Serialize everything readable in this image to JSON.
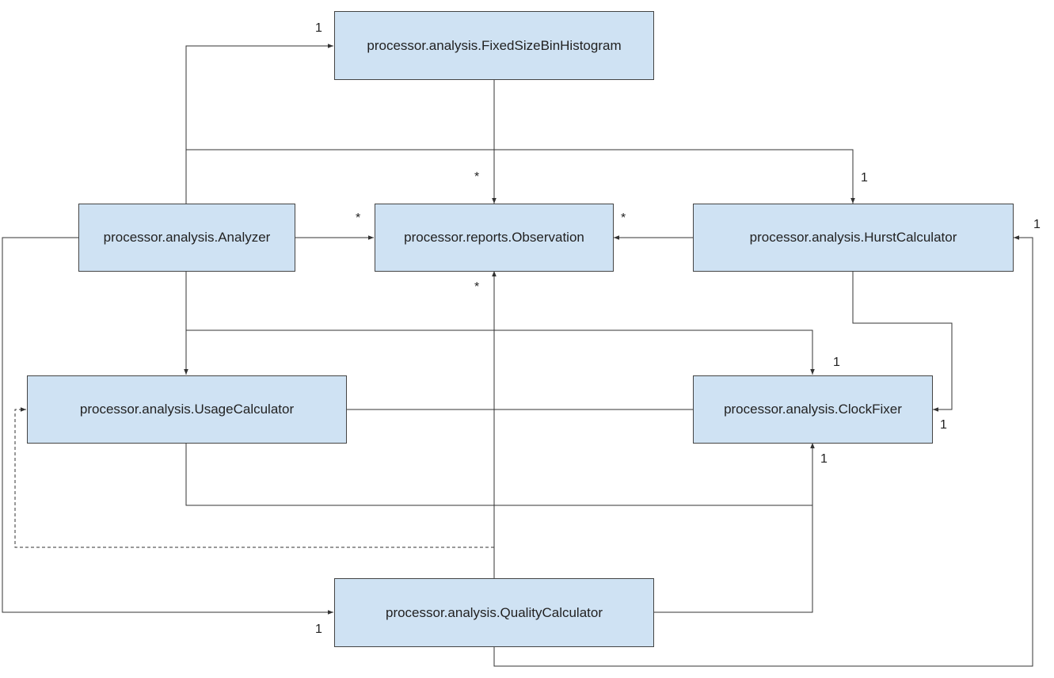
{
  "diagram": {
    "colors": {
      "box_fill": "#cfe2f3",
      "box_border": "#444444",
      "line": "#333333",
      "text": "#222222"
    },
    "classes": {
      "histogram": "processor.analysis.FixedSizeBinHistogram",
      "analyzer": "processor.analysis.Analyzer",
      "observation": "processor.reports.Observation",
      "hurst": "processor.analysis.HurstCalculator",
      "usage": "processor.analysis.UsageCalculator",
      "clockfixer": "processor.analysis.ClockFixer",
      "quality": "processor.analysis.QualityCalculator"
    },
    "multiplicities": {
      "histogram_one": "1",
      "obs_top_star": "*",
      "obs_left_star": "*",
      "obs_right_star": "*",
      "obs_bottom_star": "*",
      "hurst_top_one": "1",
      "hurst_right_one": "1",
      "clock_top_one": "1",
      "clock_right_one": "1",
      "clock_bottom_one": "1",
      "quality_one": "1"
    }
  }
}
